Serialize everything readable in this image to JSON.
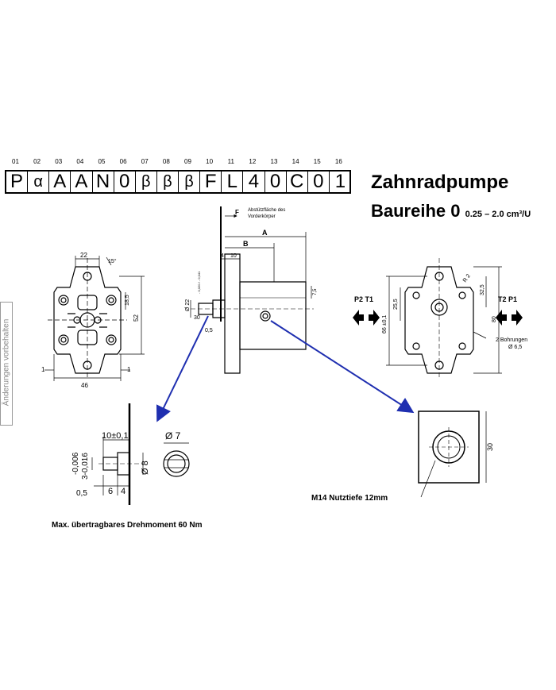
{
  "code": {
    "positions": [
      "01",
      "02",
      "03",
      "04",
      "05",
      "06",
      "07",
      "08",
      "09",
      "10",
      "11",
      "12",
      "13",
      "14",
      "15",
      "16"
    ],
    "chars": [
      "P",
      "α",
      "A",
      "A",
      "N",
      "0",
      "β",
      "β",
      "β",
      "F",
      "L",
      "4",
      "0",
      "C",
      "0",
      "1"
    ]
  },
  "title": "Zahnradpumpe",
  "subtitle": "Baureihe 0",
  "subtitle_range": "0.25 – 2.0 cm³/U",
  "side_note": "Änderungen vorbehalten",
  "front_view": {
    "width_top": "22",
    "angle": "15°",
    "dim_right_small": "18,5",
    "height": "52",
    "width_total": "46",
    "left_one": "1",
    "right_one": "1"
  },
  "side_view": {
    "f_label": "F",
    "f_note_1": "Abstützfläche des",
    "f_note_2": "Vorderkörper",
    "dim_a": "A",
    "dim_b": "B",
    "dim_4": "4",
    "dim_10": "10",
    "dim_d22": "Ø 22",
    "dim_tol": "- 0,020 / - 0,041",
    "dim_30": "30",
    "dim_05": "0,5",
    "dim_73": "7,5"
  },
  "rear_view": {
    "dim_25": "25,5",
    "dim_66": "66 ±0,1",
    "dim_325": "32,5",
    "dim_80": "80",
    "dim_r2": "R 2",
    "bore_note_1": "2 Bohrungen",
    "bore_note_2": "Ø 6,5",
    "left_ports": "P2  T1",
    "right_ports": "T2  P1"
  },
  "shaft_detail": {
    "dim_10": "10±0,1",
    "dim_d7": "Ø 7",
    "dim_d8": "Ø 8",
    "tol_1": "-0,006",
    "tol_2": "3-0,016",
    "dim_05": "0,5",
    "dim_6": "6",
    "dim_4": "4",
    "caption": "Max. übertragbares Drehmoment 60 Nm"
  },
  "port_detail": {
    "dim_30": "30",
    "caption": "M14 Nutztiefe 12mm"
  },
  "colors": {
    "arrow_blue": "#1f2fb0",
    "line": "#000000"
  }
}
